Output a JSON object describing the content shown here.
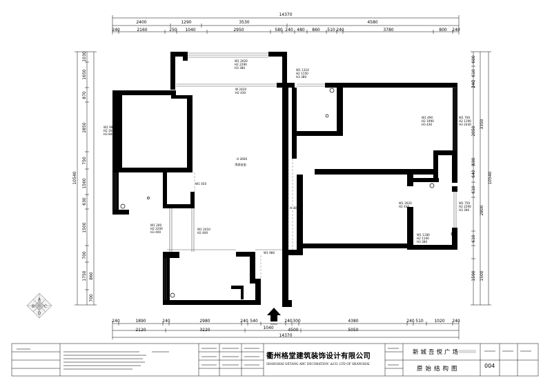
{
  "dimensions": {
    "top_total": "14370",
    "top_row1": [
      "2400",
      "1290",
      "3530",
      "4580"
    ],
    "top_row2": [
      "240",
      "2160",
      "250",
      "1040",
      "2950",
      "580",
      "240",
      "480",
      "860",
      "510",
      "240",
      "3780",
      "800",
      "240"
    ],
    "bottom_row1": [
      "240",
      "1890",
      "240",
      "2980",
      "240",
      "540",
      "1040",
      "240",
      "300",
      "4380",
      "240",
      "510",
      "1020",
      "240"
    ],
    "bottom_row2": [
      "2120",
      "3220",
      "4500",
      "5050"
    ],
    "bottom_total": "14370",
    "left_total": "10540",
    "left_row": [
      "1030",
      "1650",
      "870",
      "2850",
      "750",
      "1560",
      "630",
      "1500",
      "700",
      "1750",
      "860",
      "700"
    ],
    "right_total": "10540",
    "right_row": [
      "600",
      "610",
      "240",
      "3350",
      "2050",
      "690",
      "640",
      "610",
      "2800",
      "610",
      "1590",
      "1500"
    ]
  },
  "annotations": {
    "top_window": [
      "W1 2020",
      "H2 2290",
      "H3 380"
    ],
    "top_window2": [
      "W1 1310",
      "H2 1150",
      "H3 380"
    ],
    "beam": [
      "W 2420",
      "H2 430"
    ],
    "left_room": [
      "W1 990",
      "H2 1600",
      "H3 840"
    ],
    "mid_label": [
      "H 2600",
      "顶部自由"
    ],
    "right_room1": [
      "W1 490",
      "H2 1990",
      "H3 430"
    ],
    "right_window": [
      "W1 700",
      "H2 1190",
      "H3 2430"
    ],
    "right_room2": [
      "W1 2620",
      "H2 430"
    ],
    "right_window2": [
      "W1 750",
      "H2 2290",
      "H3 390"
    ],
    "lower_left_window": [
      "W1 200",
      "H2 2200",
      "H3 400"
    ],
    "lower_mid_window": [
      "W1 2410",
      "H2 400"
    ],
    "small_note1": [
      "W1 1180",
      "H2 1100",
      "H3 380"
    ],
    "small_mark1": "W1 450",
    "small_mark2": "W1 980",
    "small_mark3": "H 380"
  },
  "orientation_badge": {
    "letters": [
      "A",
      "B",
      "C",
      "D"
    ]
  },
  "title_block": {
    "company_cn": "衢州格堂建筑装饰设计有限公司",
    "company_en": "SHANGHAI GETANG ARC DECORATION .&CO. LTD OF SHANGHAI",
    "project_name": "新城吾悦广场",
    "drawing_name": "原始结构图",
    "drawing_no": "004"
  },
  "colors": {
    "wall": "#000000",
    "line": "#000000",
    "window": "#9a9a9a",
    "bg": "#ffffff"
  }
}
